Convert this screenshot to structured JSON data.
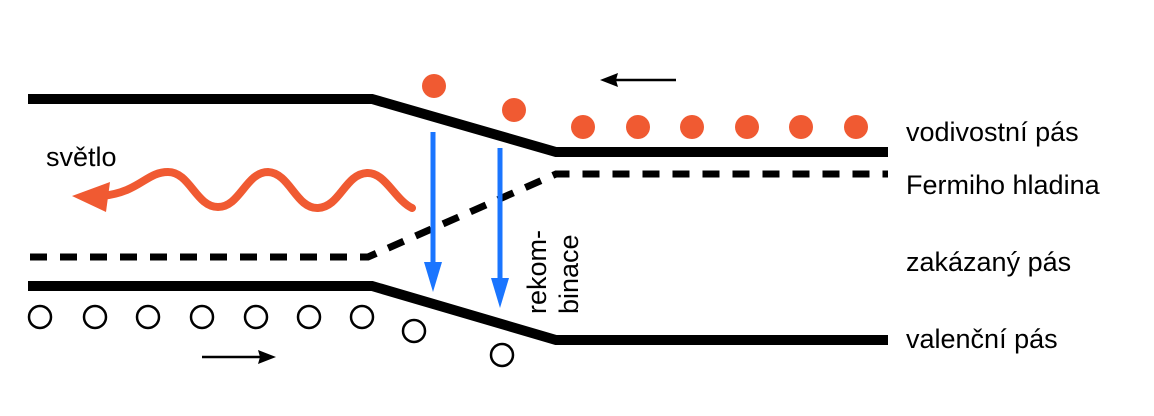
{
  "labels": {
    "conduction_band": "vodivostní pás",
    "fermi_level": "Fermiho hladina",
    "band_gap": "zakázaný pás",
    "valence_band": "valenční pás",
    "light": "světlo",
    "recombination_line1": "rekom-",
    "recombination_line2": "binace"
  },
  "colors": {
    "band_line": "#000000",
    "electron": "#f05a32",
    "light_wave": "#f05a32",
    "recombination_arrow": "#1a75ff",
    "hole_stroke": "#000000"
  },
  "particles": {
    "electrons_count": 8,
    "holes_count": 9
  },
  "icons": {
    "electron_flow": "arrow-left-icon",
    "hole_flow": "arrow-right-icon",
    "light_emission": "wavy-arrow-icon",
    "recombination": "arrow-down-icon"
  }
}
